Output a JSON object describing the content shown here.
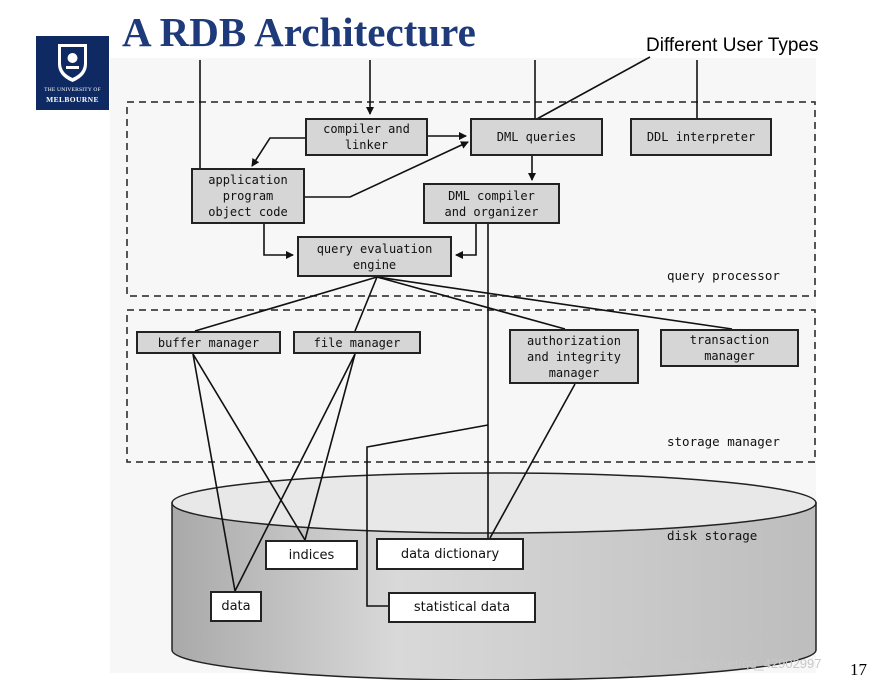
{
  "title": "A RDB Architecture",
  "annotation": "Different User Types",
  "logo": {
    "line1": "THE UNIVERSITY OF",
    "line2": "MELBOURNE",
    "background": "#0f2a63"
  },
  "regions": {
    "query_processor": "query processor",
    "storage_manager": "storage manager",
    "disk_storage": "disk storage"
  },
  "components": {
    "compiler_linker": "compiler and\nlinker",
    "dml_queries": "DML queries",
    "ddl_interpreter": "DDL interpreter",
    "application_program": "application\nprogram\nobject code",
    "dml_compiler": "DML compiler\nand organizer",
    "query_engine": "query evaluation\nengine",
    "buffer_manager": "buffer manager",
    "file_manager": "file manager",
    "authorization_manager": "authorization\nand integrity\nmanager",
    "transaction_manager": "transaction\nmanager"
  },
  "disk_items": {
    "indices": "indices",
    "data_dictionary": "data dictionary",
    "data": "data",
    "statistical_data": "statistical data"
  },
  "page_number": "17",
  "watermark": "https://blog.csdn.net/qq_42902997",
  "colors": {
    "title": "#1f3a7a",
    "component_fill": "#d6d6d6",
    "cylinder_fill": "#c8c8c8"
  }
}
